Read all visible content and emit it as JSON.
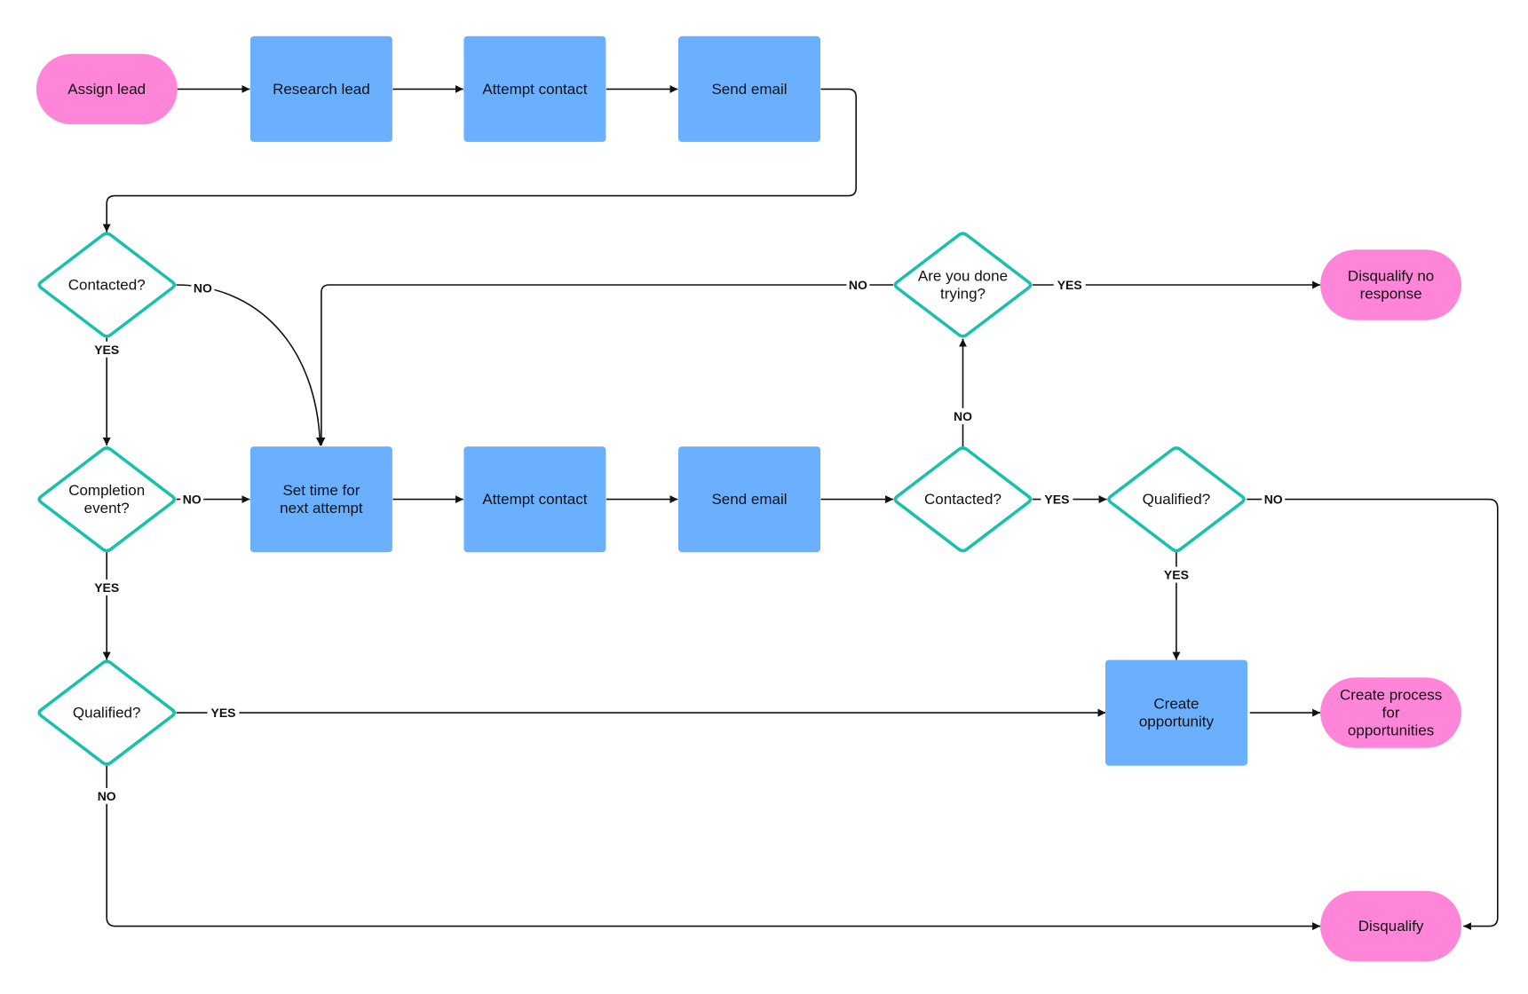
{
  "colors": {
    "terminal": "#ff85d9",
    "process": "#6ab0ff",
    "decision_stroke": "#17c1aa",
    "line": "#111111"
  },
  "nodes": [
    {
      "id": "assign_lead",
      "kind": "terminal",
      "lines": [
        "Assign lead"
      ]
    },
    {
      "id": "research_lead",
      "kind": "process",
      "lines": [
        "Research lead"
      ]
    },
    {
      "id": "attempt_contact_1",
      "kind": "process",
      "lines": [
        "Attempt contact"
      ]
    },
    {
      "id": "send_email_1",
      "kind": "process",
      "lines": [
        "Send email"
      ]
    },
    {
      "id": "contacted_1",
      "kind": "decision",
      "lines": [
        "Contacted?"
      ]
    },
    {
      "id": "done_trying",
      "kind": "decision",
      "lines": [
        "Are you done",
        "trying?"
      ]
    },
    {
      "id": "disqualify_no_response",
      "kind": "terminal",
      "lines": [
        "Disqualify no",
        "response"
      ]
    },
    {
      "id": "completion_event",
      "kind": "decision",
      "lines": [
        "Completion",
        "event?"
      ]
    },
    {
      "id": "set_time",
      "kind": "process",
      "lines": [
        "Set time for",
        "next attempt"
      ]
    },
    {
      "id": "attempt_contact_2",
      "kind": "process",
      "lines": [
        "Attempt contact"
      ]
    },
    {
      "id": "send_email_2",
      "kind": "process",
      "lines": [
        "Send email"
      ]
    },
    {
      "id": "contacted_2",
      "kind": "decision",
      "lines": [
        "Contacted?"
      ]
    },
    {
      "id": "qualified_2",
      "kind": "decision",
      "lines": [
        "Qualified?"
      ]
    },
    {
      "id": "qualified_1",
      "kind": "decision",
      "lines": [
        "Qualified?"
      ]
    },
    {
      "id": "create_opportunity",
      "kind": "process",
      "lines": [
        "Create",
        "opportunity"
      ]
    },
    {
      "id": "create_process",
      "kind": "terminal",
      "lines": [
        "Create process",
        "for",
        "opportunities"
      ]
    },
    {
      "id": "disqualify",
      "kind": "terminal",
      "lines": [
        "Disqualify"
      ]
    }
  ],
  "edges": [
    {
      "from": "assign_lead",
      "to": "research_lead",
      "label": ""
    },
    {
      "from": "research_lead",
      "to": "attempt_contact_1",
      "label": ""
    },
    {
      "from": "attempt_contact_1",
      "to": "send_email_1",
      "label": ""
    },
    {
      "from": "send_email_1",
      "to": "contacted_1",
      "label": ""
    },
    {
      "from": "contacted_1",
      "to": "set_time",
      "label": "NO"
    },
    {
      "from": "contacted_1",
      "to": "completion_event",
      "label": "YES"
    },
    {
      "from": "done_trying",
      "to": "set_time",
      "label": "NO"
    },
    {
      "from": "done_trying",
      "to": "disqualify_no_response",
      "label": "YES"
    },
    {
      "from": "completion_event",
      "to": "set_time",
      "label": "NO"
    },
    {
      "from": "completion_event",
      "to": "qualified_1",
      "label": "YES"
    },
    {
      "from": "set_time",
      "to": "attempt_contact_2",
      "label": ""
    },
    {
      "from": "attempt_contact_2",
      "to": "send_email_2",
      "label": ""
    },
    {
      "from": "send_email_2",
      "to": "contacted_2",
      "label": ""
    },
    {
      "from": "contacted_2",
      "to": "done_trying",
      "label": "NO"
    },
    {
      "from": "contacted_2",
      "to": "qualified_2",
      "label": "YES"
    },
    {
      "from": "qualified_2",
      "to": "disqualify",
      "label": "NO"
    },
    {
      "from": "qualified_2",
      "to": "create_opportunity",
      "label": "YES"
    },
    {
      "from": "qualified_1",
      "to": "create_opportunity",
      "label": "YES"
    },
    {
      "from": "qualified_1",
      "to": "disqualify",
      "label": "NO"
    },
    {
      "from": "create_opportunity",
      "to": "create_process",
      "label": ""
    }
  ]
}
